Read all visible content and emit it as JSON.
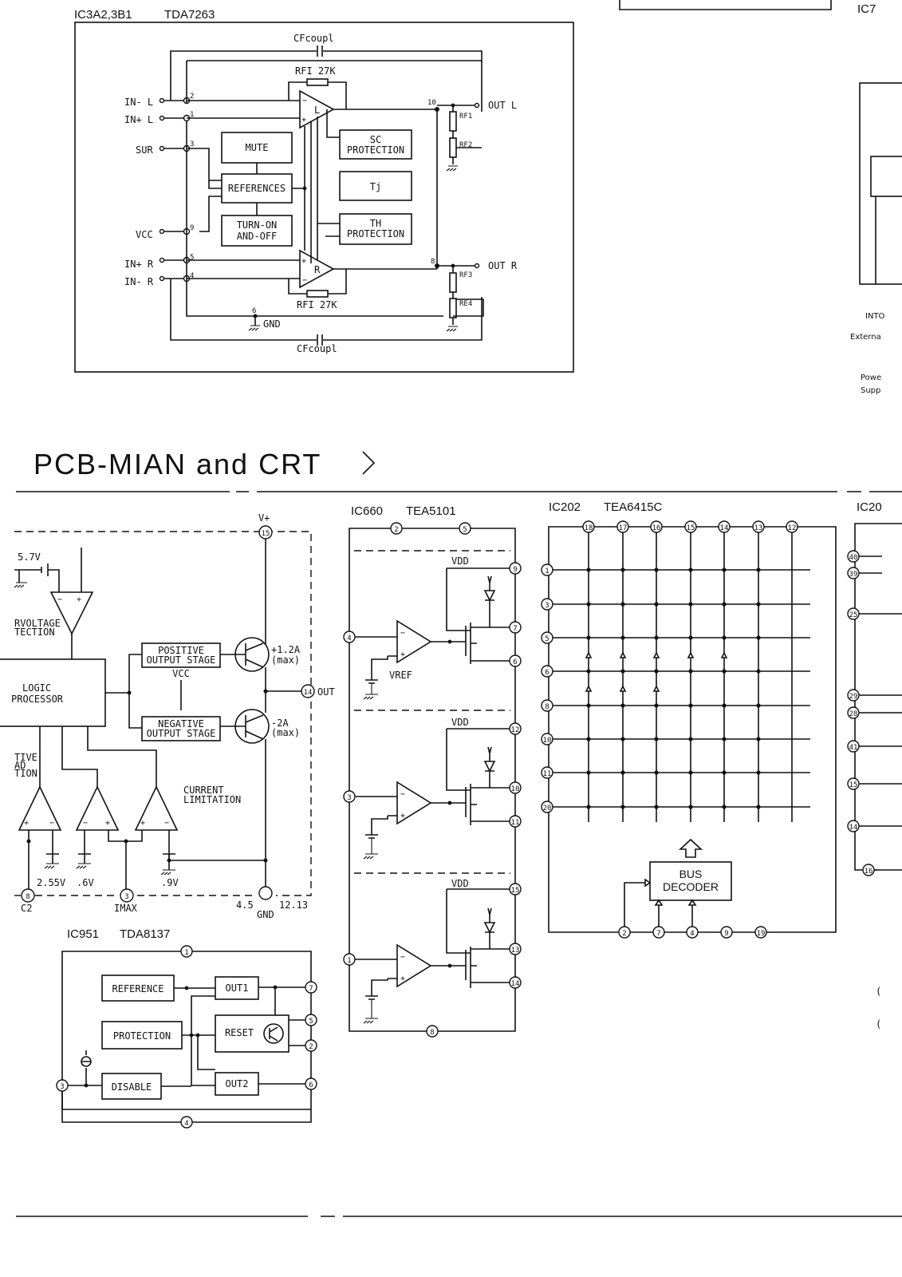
{
  "section_title": "PCB-MIAN and CRT",
  "tda7263": {
    "title": "IC3A2,3B1",
    "part": "TDA7263",
    "pins": [
      "IN- L",
      "IN+ L",
      "SUR",
      "VCC",
      "IN+ R",
      "IN- R"
    ],
    "pin_numbers": [
      "2",
      "1",
      "3",
      "9",
      "5",
      "4",
      "10",
      "8",
      "6"
    ],
    "blocks": [
      "MUTE",
      "REFERENCES",
      "TURN-ON",
      "AND-OFF",
      "SC",
      "PROTECTION",
      "Tj",
      "TH",
      "PROTECTION"
    ],
    "out_l": "OUT L",
    "out_r": "OUT R",
    "cf_top": "CFcoupl",
    "cf_bottom": "CFcoupl",
    "rfi_top": "RFI 27K",
    "rfi_bottom": "RFI 27K",
    "gnd": "GND",
    "amp_l": "L",
    "amp_r": "R",
    "resistors": [
      "RF1",
      "RF2",
      "RF3",
      "RE4"
    ]
  },
  "driver": {
    "supply": "V+",
    "supply_pin": "15",
    "ref_voltage": "5.7V",
    "overvoltage": [
      "RVOLTAGE",
      "TECTION"
    ],
    "logic": [
      "LOGIC",
      "PROCESSOR"
    ],
    "pos_stage": [
      "POSITIVE",
      "OUTPUT STAGE"
    ],
    "neg_stage": [
      "NEGATIVE",
      "OUTPUT STAGE"
    ],
    "vcc": "VCC",
    "pos_current": [
      "+1.2A",
      "(max)"
    ],
    "neg_current": [
      "-2A",
      "(max)"
    ],
    "out_pin": "14",
    "out_label": "OUT",
    "side_label": [
      "TIVE",
      "AD",
      "TION"
    ],
    "current_limitation": [
      "CURRENT",
      "LIMITATION"
    ],
    "voltages": [
      "2.55V",
      ".6V",
      ".9V"
    ],
    "pin8": "8",
    "pin8_label": "C2",
    "pin3": "3",
    "pin3_label": "IMAX",
    "gnd_pins": "4.5",
    "gnd_pins2": "12.13",
    "gnd_label": "GND"
  },
  "tda8137": {
    "title": "IC951",
    "part": "TDA8137",
    "blocks": [
      "REFERENCE",
      "PROTECTION",
      "DISABLE",
      "OUT1",
      "RESET",
      "OUT2"
    ],
    "pins": [
      "1",
      "7",
      "5",
      "2",
      "6",
      "3",
      "4"
    ]
  },
  "tea5101": {
    "title": "IC660",
    "part": "TEA5101",
    "top_pins": [
      "2",
      "5"
    ],
    "vdd": "VDD",
    "vref": "VREF",
    "ch1_pins": [
      "4",
      "9",
      "7",
      "6"
    ],
    "ch2_pins": [
      "3",
      "12",
      "10",
      "11"
    ],
    "ch3_pins": [
      "1",
      "15",
      "13",
      "14"
    ],
    "bottom_pin": "8"
  },
  "tea6415c": {
    "title": "IC202",
    "part": "TEA6415C",
    "top_pins": [
      "18",
      "17",
      "16",
      "15",
      "14",
      "13",
      "12"
    ],
    "left_pins": [
      "1",
      "3",
      "5",
      "6",
      "8",
      "10",
      "11",
      "20"
    ],
    "bus_decoder": [
      "BUS",
      "DECODER"
    ],
    "bottom_pins": [
      "2",
      "7",
      "4",
      "9",
      "19"
    ]
  },
  "right_clip": {
    "top_label": "IC7",
    "labels": [
      "INTO",
      "Externa",
      "Powe",
      "Supp"
    ],
    "ic_label": "IC20",
    "pins": [
      "40",
      "39",
      "25",
      "29",
      "28",
      "41",
      "15",
      "14",
      "16"
    ],
    "marks": [
      "(",
      "("
    ]
  }
}
